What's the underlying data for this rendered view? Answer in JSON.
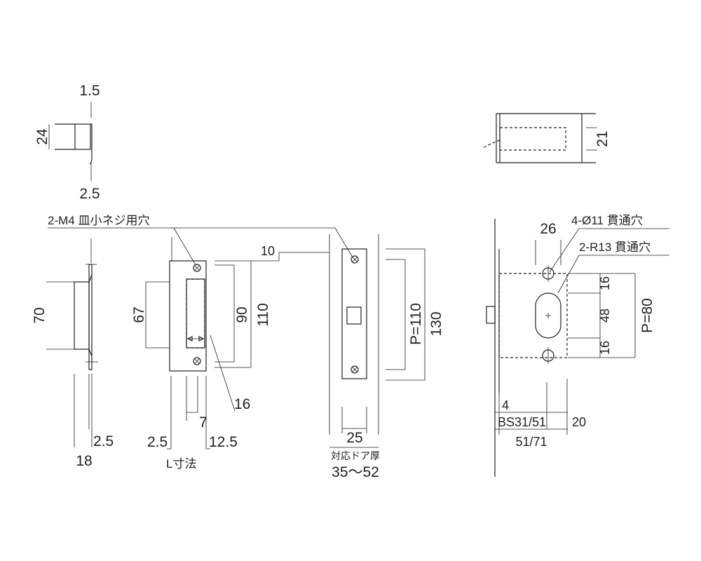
{
  "strike_side": {
    "thickness_top": "1.5",
    "height_small": "24",
    "thickness_bottom": "2.5",
    "plate_height": "70",
    "plate_thickness": "2.5",
    "plate_depth": "18"
  },
  "strike_front": {
    "screw_note": "2-M4 皿小ネジ用穴",
    "opening_height": "67",
    "pitch": "90",
    "plate_height": "110",
    "opening_width": "16",
    "offset_7": "7",
    "left_margin": "2.5",
    "right_width": "12.5",
    "l_dimension": "L寸法",
    "offset_10": "10"
  },
  "faceplate": {
    "pitch": "P=110",
    "height": "130",
    "width": "25",
    "door_note": "対応ドア厚",
    "door_range": "35～52"
  },
  "lock_top": {
    "depth": "21"
  },
  "lock_front": {
    "holes_note": "4-Ø11 貫通穴",
    "slot_note": "2-R13 貫通穴",
    "hole_spacing": "26",
    "upper_gap": "16",
    "slot_height": "48",
    "lower_gap": "16",
    "pitch": "P=80",
    "face_thickness": "4",
    "backset": "BS31/51",
    "case_extra": "20",
    "case_depth": "51/71"
  }
}
